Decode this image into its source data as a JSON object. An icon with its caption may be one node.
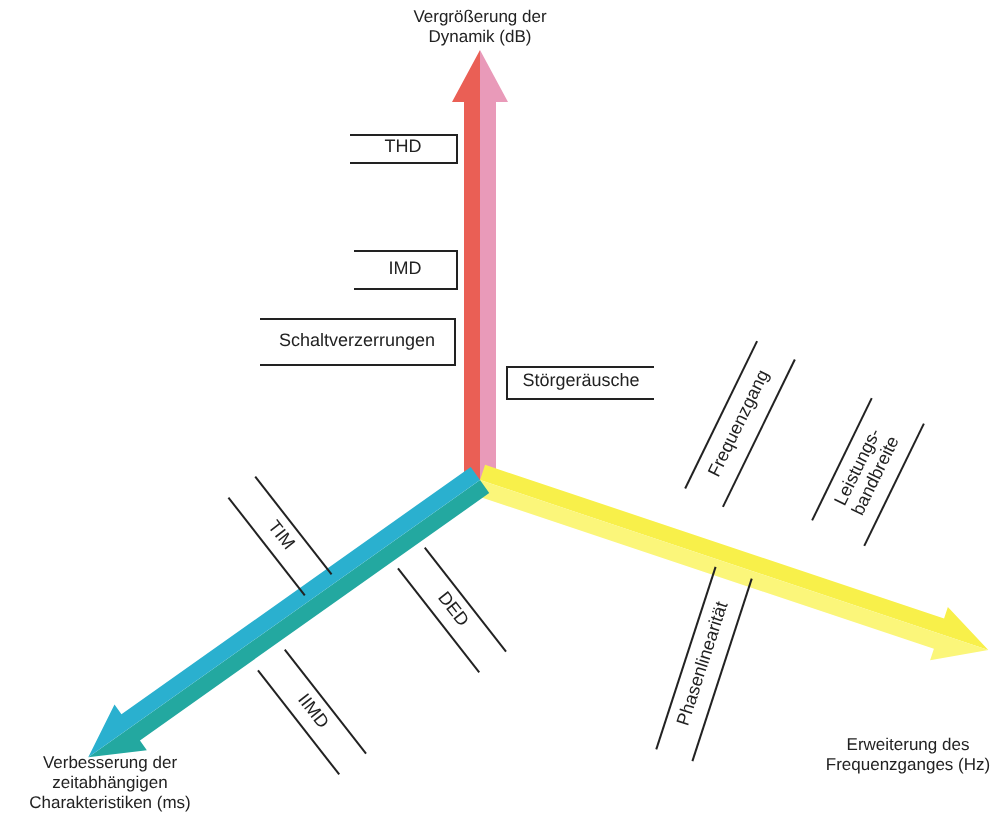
{
  "diagram": {
    "nodes": [
      {
        "text": [
          "THD"
        ]
      },
      {
        "text": [
          "IMD"
        ]
      },
      {
        "text": [
          "Schaltverzerrungen"
        ]
      },
      {
        "text": [
          "Störgeräusche"
        ]
      },
      {
        "text": [
          "Frequenzgang"
        ]
      },
      {
        "text": [
          "Leistungs- bandbreite"
        ]
      },
      {
        "text": [
          "TIM"
        ]
      },
      {
        "text": [
          "DED"
        ]
      },
      {
        "text": [
          "Phasenlinearität"
        ]
      },
      {
        "text": [
          "IIMD"
        ]
      }
    ],
    "labels": [
      "Vergrößerung der Dynamik (dB)",
      "Erweiterung des Frequenzganges (Hz)",
      "Verbesserung der zeitabhängigen Charakteristiken (ms)"
    ]
  }
}
